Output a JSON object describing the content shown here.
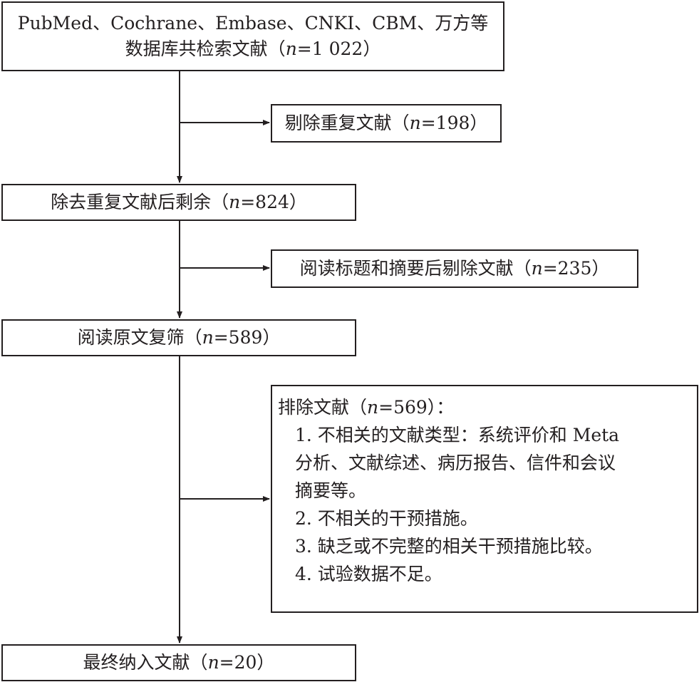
{
  "flowchart": {
    "search": {
      "line1": "PubMed、Cochrane、Embase、CNKI、CBM、万方等",
      "line2_prefix": "数据库共检索文献（",
      "n_symbol": "n",
      "line2_suffix": "=1 022）"
    },
    "duplicates_removed": {
      "prefix": "剔除重复文献（",
      "n_symbol": "n",
      "suffix": "=198）"
    },
    "after_dedup": {
      "prefix": "除去重复文献后剩余（",
      "n_symbol": "n",
      "suffix": "=824）"
    },
    "title_abstract_excluded": {
      "prefix": "阅读标题和摘要后剔除文献（",
      "n_symbol": "n",
      "suffix": "=235）"
    },
    "fulltext_review": {
      "prefix": "阅读原文复筛（",
      "n_symbol": "n",
      "suffix": "=589）"
    },
    "excluded": {
      "heading_prefix": "排除文献（",
      "n_symbol": "n",
      "heading_suffix": "=569）：",
      "lines": [
        "1. 不相关的文献类型：系统评价和 Meta",
        "分析、文献综述、病历报告、信件和会议",
        "摘要等。",
        "2. 不相关的干预措施。",
        "3. 缺乏或不完整的相关干预措施比较。",
        "4. 试验数据不足。"
      ]
    },
    "final_included": {
      "prefix": "最终纳入文献（",
      "n_symbol": "n",
      "suffix": "=20）"
    }
  }
}
